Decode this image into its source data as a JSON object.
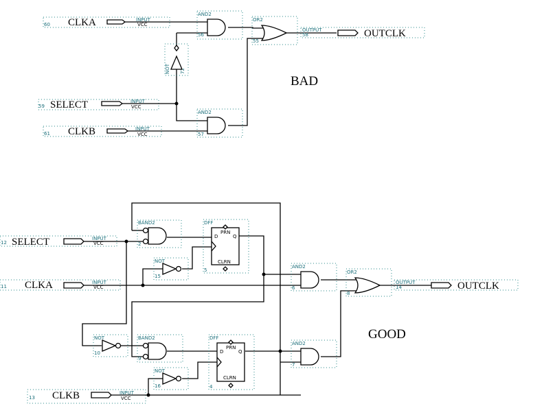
{
  "bad": {
    "title": "BAD",
    "inputs": [
      {
        "num": "60",
        "name": "CLKA",
        "type": "INPUT",
        "sub": "VCC"
      },
      {
        "num": "59",
        "name": "SELECT",
        "type": "INPUT",
        "sub": "VCC"
      },
      {
        "num": "61",
        "name": "CLKB",
        "type": "INPUT",
        "sub": "VCC"
      }
    ],
    "gates": {
      "and_top": {
        "type": "AND2",
        "num": "56"
      },
      "not": {
        "type": "NOT",
        "num": "72"
      },
      "and_bot": {
        "type": "AND2",
        "num": "57"
      },
      "or": {
        "type": "OR2",
        "num": "55"
      }
    },
    "output": {
      "num": "58",
      "name": "OUTCLK",
      "type": "OUTPUT"
    }
  },
  "good": {
    "title": "GOOD",
    "inputs": [
      {
        "num": "12",
        "name": "SELECT",
        "type": "INPUT",
        "sub": "VCC"
      },
      {
        "num": "11",
        "name": "CLKA",
        "type": "INPUT",
        "sub": "VCC"
      },
      {
        "num": "13",
        "name": "CLKB",
        "type": "INPUT",
        "sub": "VCC"
      }
    ],
    "gates": {
      "band_top": {
        "type": "BAND2",
        "num": "2"
      },
      "not_top": {
        "type": "NOT",
        "num": "15"
      },
      "dff_top": {
        "type": "DFF",
        "num": "5",
        "pins": {
          "d": "D",
          "q": "Q",
          "prn": "PRN",
          "clrn": "CLRN"
        }
      },
      "and_top": {
        "type": "AND2",
        "num": "6"
      },
      "or": {
        "type": "OR2",
        "num": "8"
      },
      "not_sel": {
        "type": "NOT",
        "num": "10"
      },
      "band_bot": {
        "type": "BAND2",
        "num": "9"
      },
      "not_bot": {
        "type": "NOT",
        "num": "16"
      },
      "dff_bot": {
        "type": "DFF",
        "num": "4",
        "pins": {
          "d": "D",
          "q": "Q",
          "prn": "PRN",
          "clrn": "CLRN"
        }
      },
      "and_bot": {
        "type": "AND2",
        "num": "7"
      }
    },
    "output": {
      "num": "14",
      "name": "OUTCLK",
      "type": "OUTPUT"
    }
  }
}
